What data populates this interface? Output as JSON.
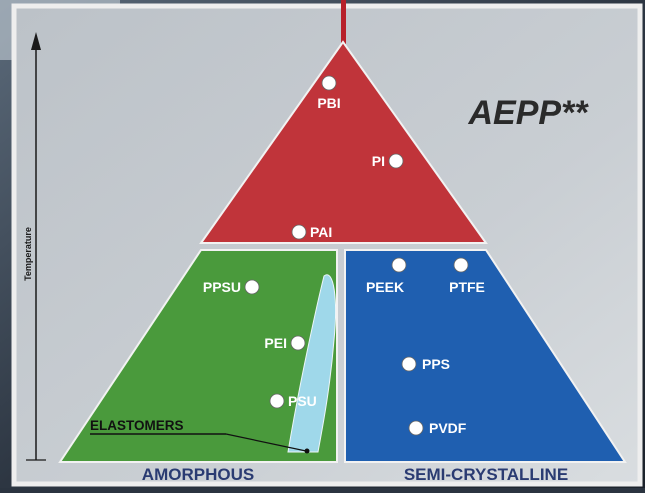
{
  "diagram": {
    "axis_label": "Temperature",
    "watermark": "AEPP**",
    "top_group": {
      "color": "#c0343a",
      "polymers": [
        "PBI",
        "PI",
        "PAI"
      ]
    },
    "amorphous": {
      "label": "AMORPHOUS",
      "color": "#4a9a3c",
      "polymers": [
        "PPSU",
        "PEI",
        "PSU"
      ],
      "elastomers_label": "ELASTOMERS",
      "elastomer_color": "#9fd8ea"
    },
    "semi_crystalline": {
      "label": "SEMI-CRYSTALLINE",
      "color": "#1f5fb0",
      "polymers": [
        "PEEK",
        "PTFE",
        "PPS",
        "PVDF"
      ]
    },
    "colors": {
      "frame": "#e6e6e6",
      "panel_top": "#b8bec4",
      "panel_bottom": "#d4d8dc",
      "bottom_label": "#2a3b72",
      "marker": "#ffffff"
    }
  }
}
